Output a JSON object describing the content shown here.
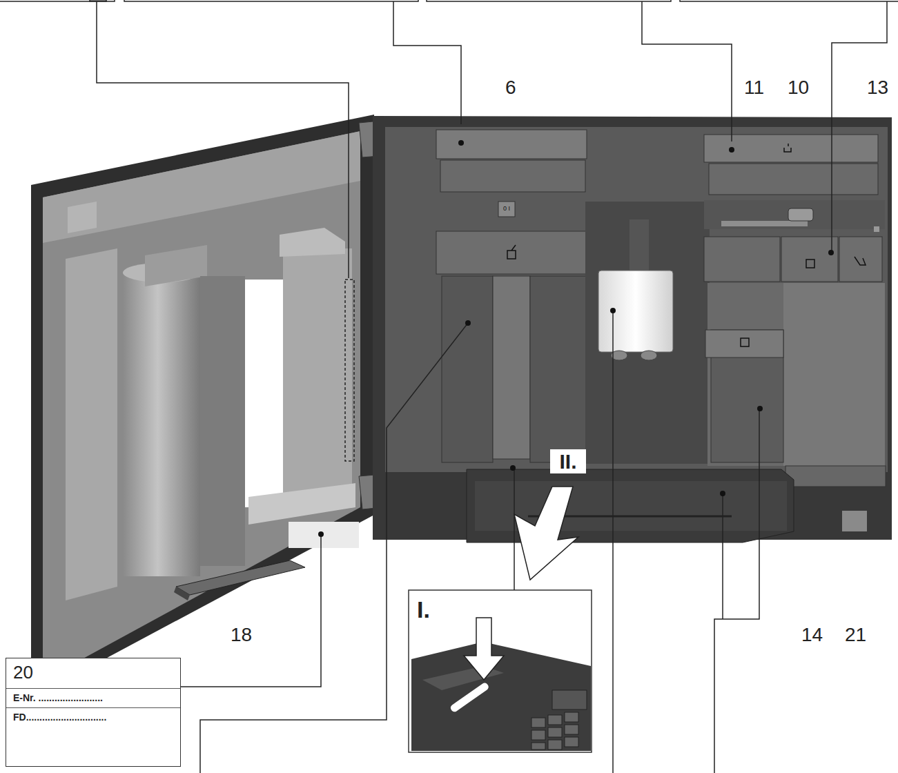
{
  "diagram": {
    "nodes": [
      {
        "text": [
          "20",
          "E-Nr. ........................",
          "FD.............................."
        ]
      },
      {
        "text": [
          "I."
        ]
      },
      {
        "text": [
          "II."
        ]
      }
    ],
    "labels": [
      "6",
      "11",
      "10",
      "13",
      "18",
      "14",
      "21",
      "0 I"
    ]
  }
}
